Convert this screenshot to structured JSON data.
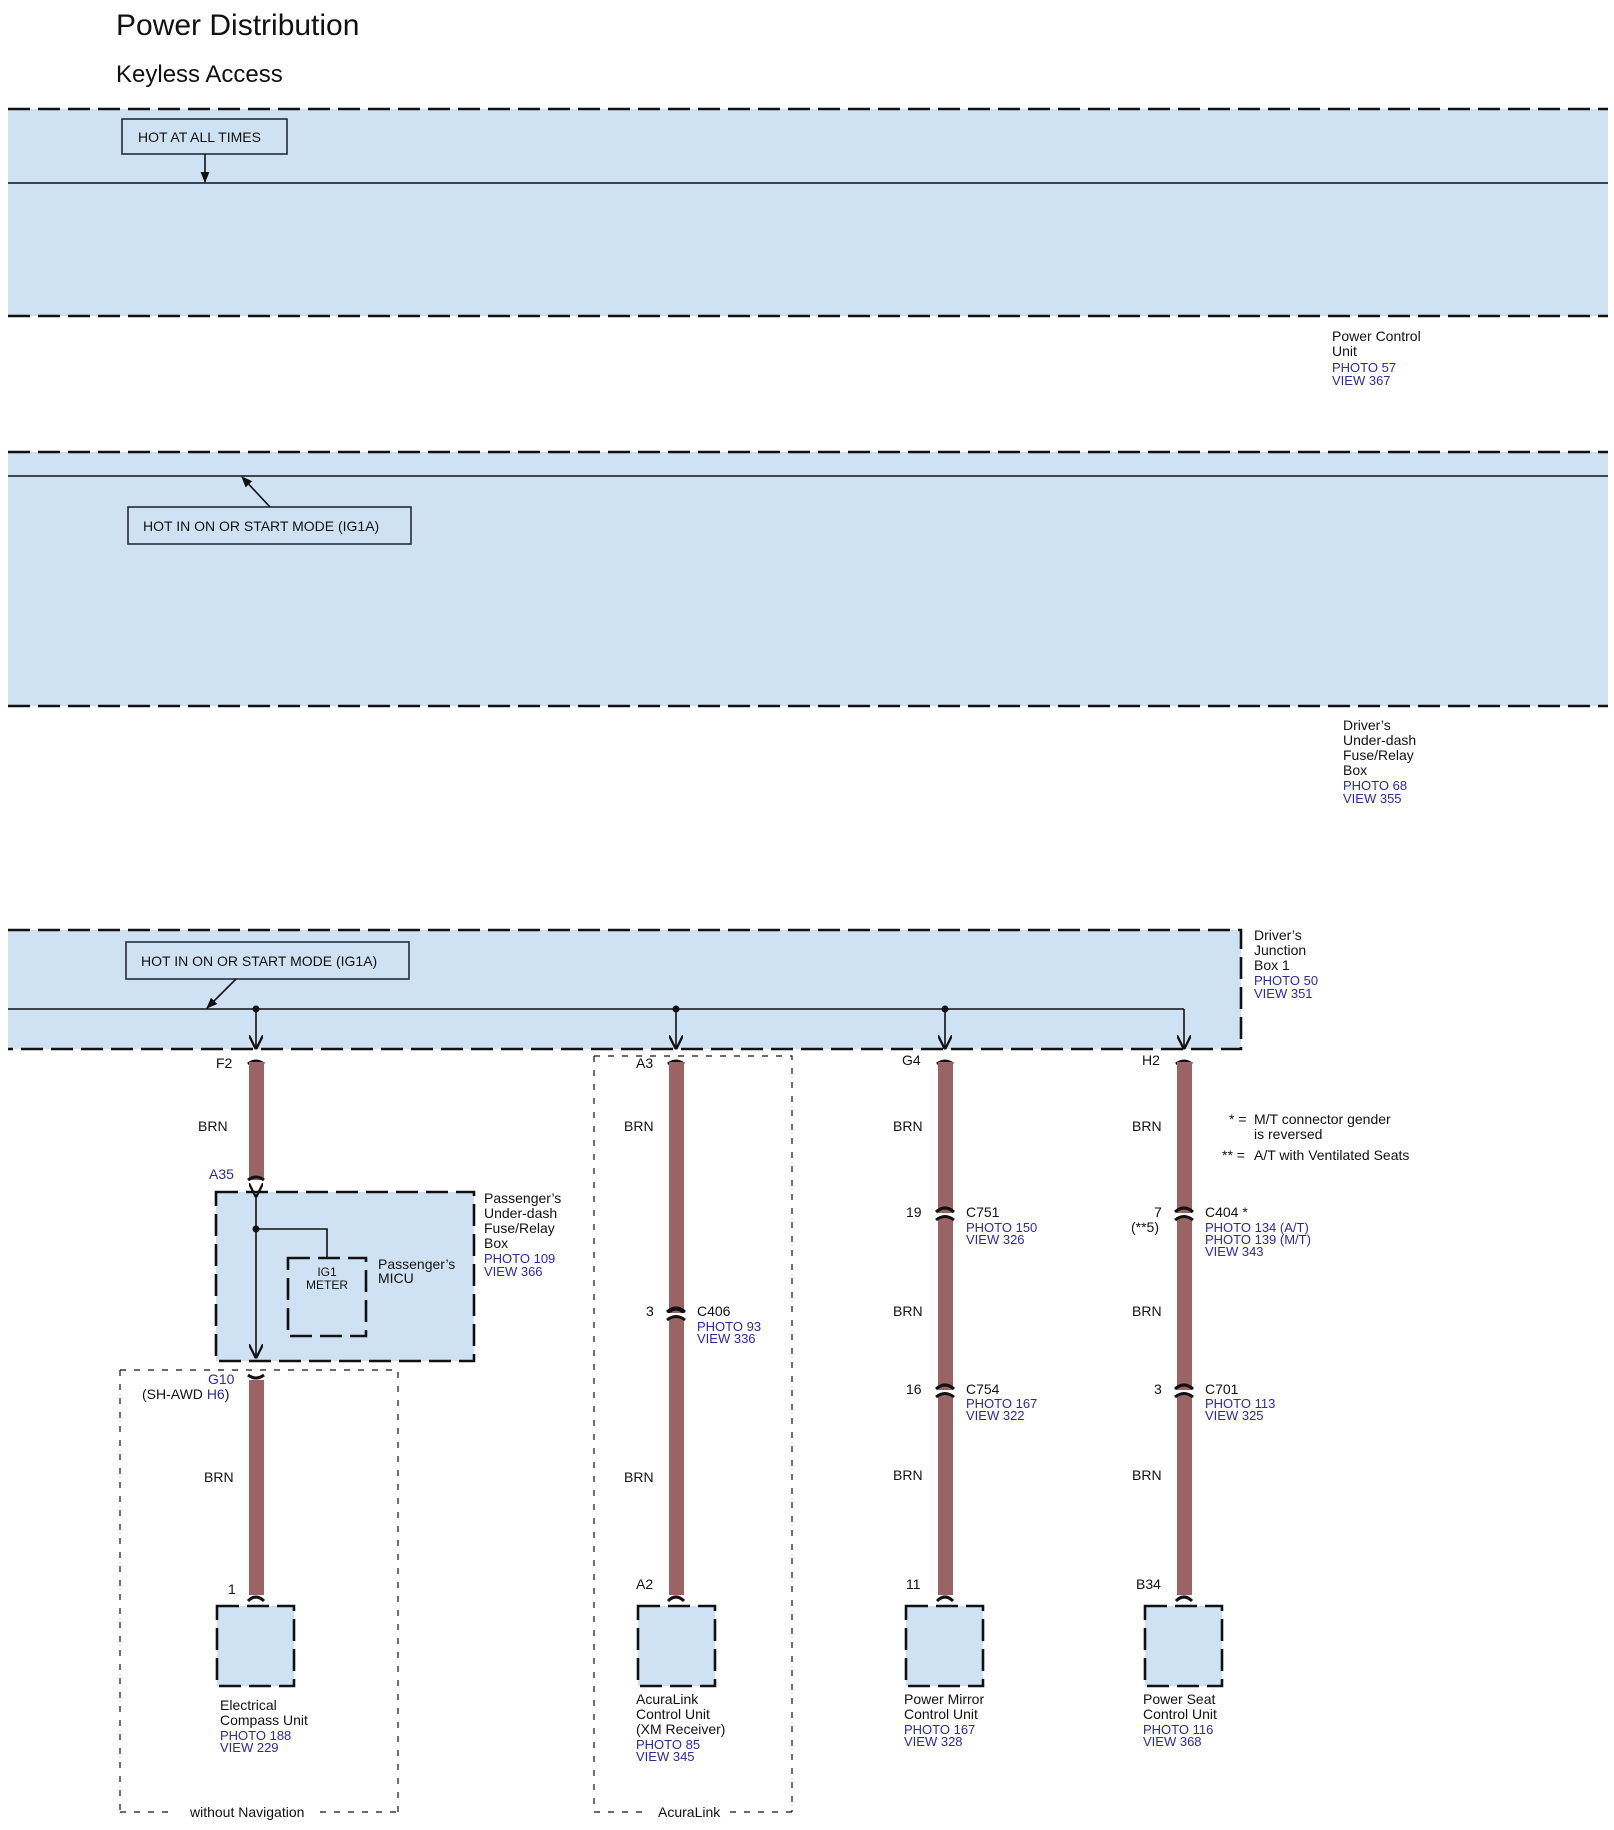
{
  "header": {
    "title": "Power Distribution",
    "subtitle": "Keyless Access"
  },
  "colors": {
    "module_fill": "#cfe2f3",
    "wire": "#9b6464",
    "reference_text": "#2b2b9e"
  },
  "power_control_unit": {
    "source_label": "HOT AT ALL TIMES",
    "name_lines": [
      "Power Control",
      "Unit"
    ],
    "photo": "PHOTO 57",
    "view": "VIEW 367"
  },
  "drivers_underdash_box": {
    "source_label": "HOT IN ON OR START MODE (IG1A)",
    "name_lines": [
      "Driver’s",
      "Under-dash",
      "Fuse/Relay",
      "Box"
    ],
    "photo": "PHOTO 68",
    "view": "VIEW 355"
  },
  "drivers_junction_box": {
    "source_label": "HOT IN ON OR START MODE (IG1A)",
    "name_lines": [
      "Driver’s",
      "Junction",
      "Box 1"
    ],
    "photo": "PHOTO 50",
    "view": "VIEW 351"
  },
  "legend": {
    "star": "* =",
    "star_text_1": "M/T connector gender",
    "star_text_2": "is reversed",
    "double_star": "** =",
    "double_star_text": "A/T with Ventilated Seats"
  },
  "circuits": [
    {
      "id": "compass",
      "top_pin": "F2",
      "wire_color_labels": [
        "BRN",
        "BRN"
      ],
      "passenger_box": {
        "entry_pin": "A35",
        "exit_pin": "G10",
        "exit_alt_prefix": "(SH-AWD ",
        "exit_alt_pin": "H6",
        "exit_alt_suffix": ")",
        "fuse_label_1": "IG1",
        "fuse_label_2": "METER",
        "micu_lines": [
          "Passenger’s",
          "MICU"
        ],
        "name_lines": [
          "Passenger’s",
          "Under-dash",
          "Fuse/Relay",
          "Box"
        ],
        "photo": "PHOTO 109",
        "view": "VIEW 366"
      },
      "end_pin": "1",
      "component_lines": [
        "Electrical",
        "Compass Unit"
      ],
      "photo": "PHOTO 188",
      "view": "VIEW 229",
      "option_group": "without Navigation"
    },
    {
      "id": "acuralink",
      "top_pin": "A3",
      "wire_color_labels": [
        "BRN",
        "BRN"
      ],
      "connectors": [
        {
          "pin": "3",
          "name": "C406",
          "refs": [
            "PHOTO 93",
            "VIEW 336"
          ]
        }
      ],
      "end_pin": "A2",
      "component_lines": [
        "AcuraLink",
        "Control Unit",
        "(XM Receiver)"
      ],
      "photo": "PHOTO 85",
      "view": "VIEW 345",
      "option_group": "AcuraLink"
    },
    {
      "id": "mirror",
      "top_pin": "G4",
      "wire_color_labels": [
        "BRN",
        "BRN",
        "BRN"
      ],
      "connectors": [
        {
          "pin": "19",
          "name": "C751",
          "refs": [
            "PHOTO 150",
            "VIEW 326"
          ]
        },
        {
          "pin": "16",
          "name": "C754",
          "refs": [
            "PHOTO 167",
            "VIEW 322"
          ]
        }
      ],
      "end_pin": "11",
      "component_lines": [
        "Power Mirror",
        "Control Unit"
      ],
      "photo": "PHOTO 167",
      "view": "VIEW 328"
    },
    {
      "id": "seat",
      "top_pin": "H2",
      "wire_color_labels": [
        "BRN",
        "BRN",
        "BRN"
      ],
      "connectors": [
        {
          "pin": "7",
          "pin_alt": "(**5)",
          "name": "C404 *",
          "refs": [
            "PHOTO 134 (A/T)",
            "PHOTO 139 (M/T)",
            "VIEW 343"
          ]
        },
        {
          "pin": "3",
          "name": "C701",
          "refs": [
            "PHOTO 113",
            "VIEW 325"
          ]
        }
      ],
      "end_pin": "B34",
      "component_lines": [
        "Power Seat",
        "Control Unit"
      ],
      "photo": "PHOTO 116",
      "view": "VIEW 368"
    }
  ]
}
